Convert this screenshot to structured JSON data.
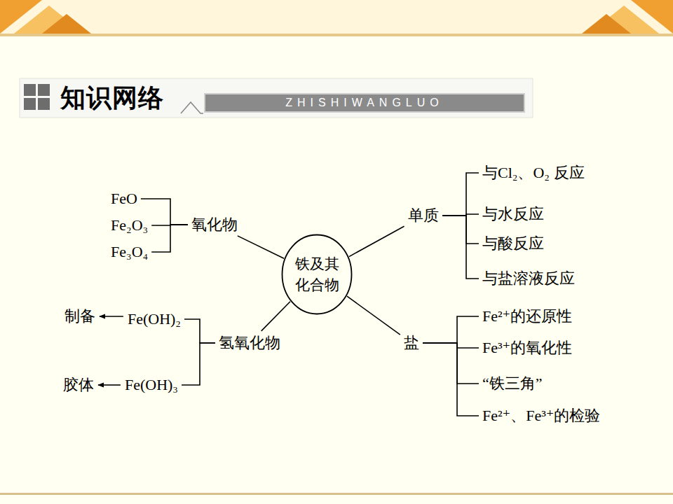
{
  "diagram": {
    "title": "知识网络",
    "nodes": [
      {
        "text": [
          "铁及其 化合物"
        ]
      },
      {
        "text": [
          "氧化物"
        ]
      },
      {
        "text": [
          "FeO"
        ]
      },
      {
        "text": [
          "Fe₂O₃"
        ]
      },
      {
        "text": [
          "Fe₃O₄"
        ]
      },
      {
        "text": [
          "单质"
        ]
      },
      {
        "text": [
          "与Cl₂、O₂ 反应"
        ]
      },
      {
        "text": [
          "与水反应"
        ]
      },
      {
        "text": [
          "与酸反应"
        ]
      },
      {
        "text": [
          "与盐溶液反应"
        ]
      },
      {
        "text": [
          "氢氧化物"
        ]
      },
      {
        "text": [
          "Fe(OH)₂"
        ]
      },
      {
        "text": [
          "制备"
        ]
      },
      {
        "text": [
          "Fe(OH)₃"
        ]
      },
      {
        "text": [
          "胶体"
        ]
      },
      {
        "text": [
          "盐"
        ]
      },
      {
        "text": [
          "Fe²⁺的还原性"
        ]
      },
      {
        "text": [
          "Fe³⁺的氧化性"
        ]
      },
      {
        "text": [
          "“铁三角”"
        ]
      },
      {
        "text": [
          "Fe²⁺、Fe³⁺的检验"
        ]
      }
    ],
    "edges": [
      {
        "from": 0,
        "to": 1,
        "arrow": "none"
      },
      {
        "from": 1,
        "to": 2,
        "arrow": "none"
      },
      {
        "from": 1,
        "to": 3,
        "arrow": "none"
      },
      {
        "from": 1,
        "to": 4,
        "arrow": "none"
      },
      {
        "from": 0,
        "to": 5,
        "arrow": "none"
      },
      {
        "from": 5,
        "to": 6,
        "arrow": "none"
      },
      {
        "from": 5,
        "to": 7,
        "arrow": "none"
      },
      {
        "from": 5,
        "to": 8,
        "arrow": "none"
      },
      {
        "from": 5,
        "to": 9,
        "arrow": "none"
      },
      {
        "from": 0,
        "to": 10,
        "arrow": "none"
      },
      {
        "from": 10,
        "to": 11,
        "arrow": "none"
      },
      {
        "from": 11,
        "to": 12,
        "arrow": "to"
      },
      {
        "from": 10,
        "to": 13,
        "arrow": "none"
      },
      {
        "from": 13,
        "to": 14,
        "arrow": "to"
      },
      {
        "from": 0,
        "to": 15,
        "arrow": "none"
      },
      {
        "from": 15,
        "to": 16,
        "arrow": "none"
      },
      {
        "from": 15,
        "to": 17,
        "arrow": "none"
      },
      {
        "from": 15,
        "to": 18,
        "arrow": "none"
      },
      {
        "from": 15,
        "to": 19,
        "arrow": "none"
      }
    ],
    "labels": [
      "ZHISHIWANGLUO"
    ]
  }
}
